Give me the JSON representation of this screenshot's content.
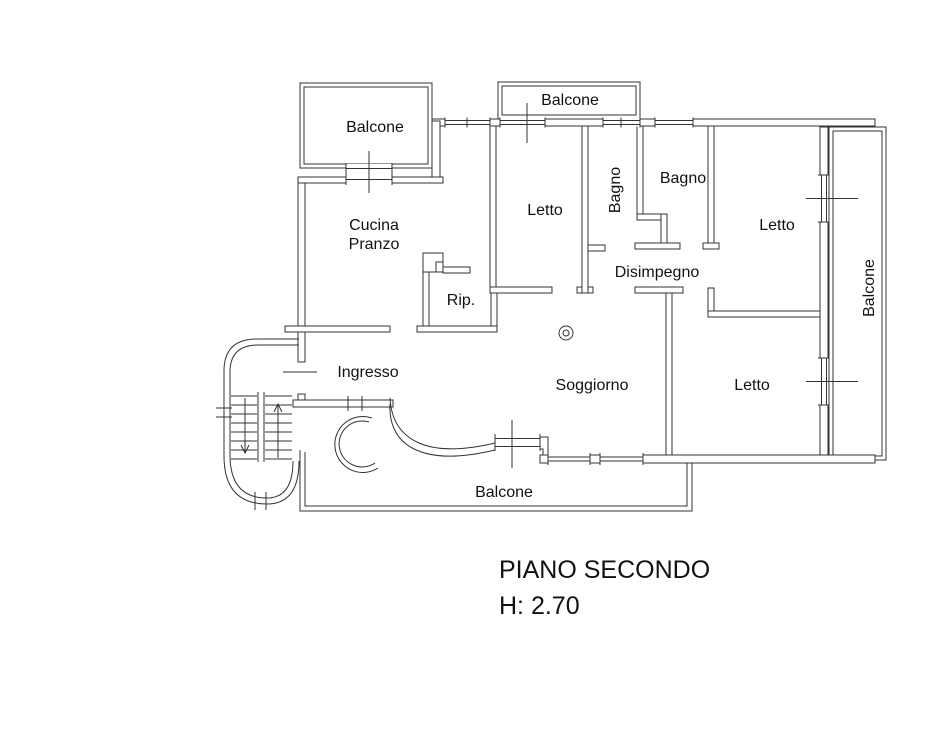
{
  "plan": {
    "labels": {
      "balcone_top_left": "Balcone",
      "balcone_top_middle": "Balcone",
      "balcone_right": "Balcone",
      "balcone_bottom": "Balcone",
      "cucina_line1": "Cucina",
      "cucina_line2": "Pranzo",
      "letto_left": "Letto",
      "bagno_vertical": "Bagno",
      "bagno_top": "Bagno",
      "letto_top_right": "Letto",
      "disimpegno": "Disimpegno",
      "rip": "Rip.",
      "ingresso": "Ingresso",
      "soggiorno": "Soggiorno",
      "letto_bottom_right": "Letto"
    },
    "title": {
      "line1": "PIANO SECONDO",
      "line2": "H: 2.70"
    },
    "colors": {
      "line": "#333333",
      "background": "#ffffff",
      "text": "#111111"
    }
  }
}
